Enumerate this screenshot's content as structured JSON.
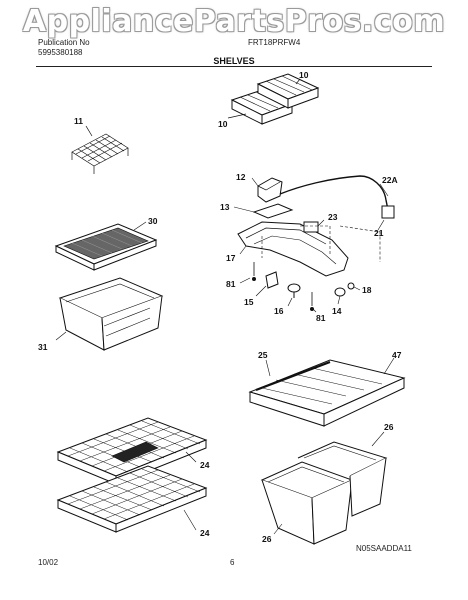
{
  "header": {
    "watermark": "AppliancePartsPros.com",
    "left_line1": "Publication No",
    "left_line2": "5995380188",
    "right_line1": "FRT18PRFW4",
    "section_title": "SHELVES"
  },
  "callouts": {
    "c10a": "10",
    "c10b": "10",
    "c11": "11",
    "c12": "12",
    "c13": "13",
    "c22a": "22A",
    "c23": "23",
    "c21": "21",
    "c30": "30",
    "c17": "17",
    "c81a": "81",
    "c18": "18",
    "c15": "15",
    "c16": "16",
    "c14": "14",
    "c81b": "81",
    "c31": "31",
    "c25": "25",
    "c47": "47",
    "c26a": "26",
    "c24a": "24",
    "c24b": "24",
    "c26b": "26"
  },
  "footer": {
    "date": "10/02",
    "page": "6",
    "drawing_code": "N05SAADDA11"
  },
  "colors": {
    "ink": "#111111",
    "paper": "#ffffff",
    "watermark_outline": "#9a9a9a"
  }
}
